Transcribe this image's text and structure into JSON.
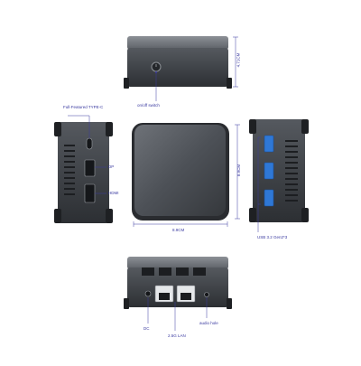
{
  "labels": {
    "height_dim": "4.71CM",
    "power_switch": "on/off switch",
    "typec": "Full-Featured TYPE-C",
    "dp": "DP",
    "hdmi": "HDMI",
    "depth_dim": "8.9CM",
    "width_dim": "8.9CM",
    "usb": "USB 3.2 Gen2*3",
    "dc": "DC",
    "lan": "2.5G LAN",
    "audio": "audio hole"
  },
  "colors": {
    "body_dark": "#3c3f44",
    "body_mid": "#5a5e64",
    "body_light": "#8a8e94",
    "usb_blue": "#2f78d6",
    "dim_line": "#3a3aa0"
  }
}
